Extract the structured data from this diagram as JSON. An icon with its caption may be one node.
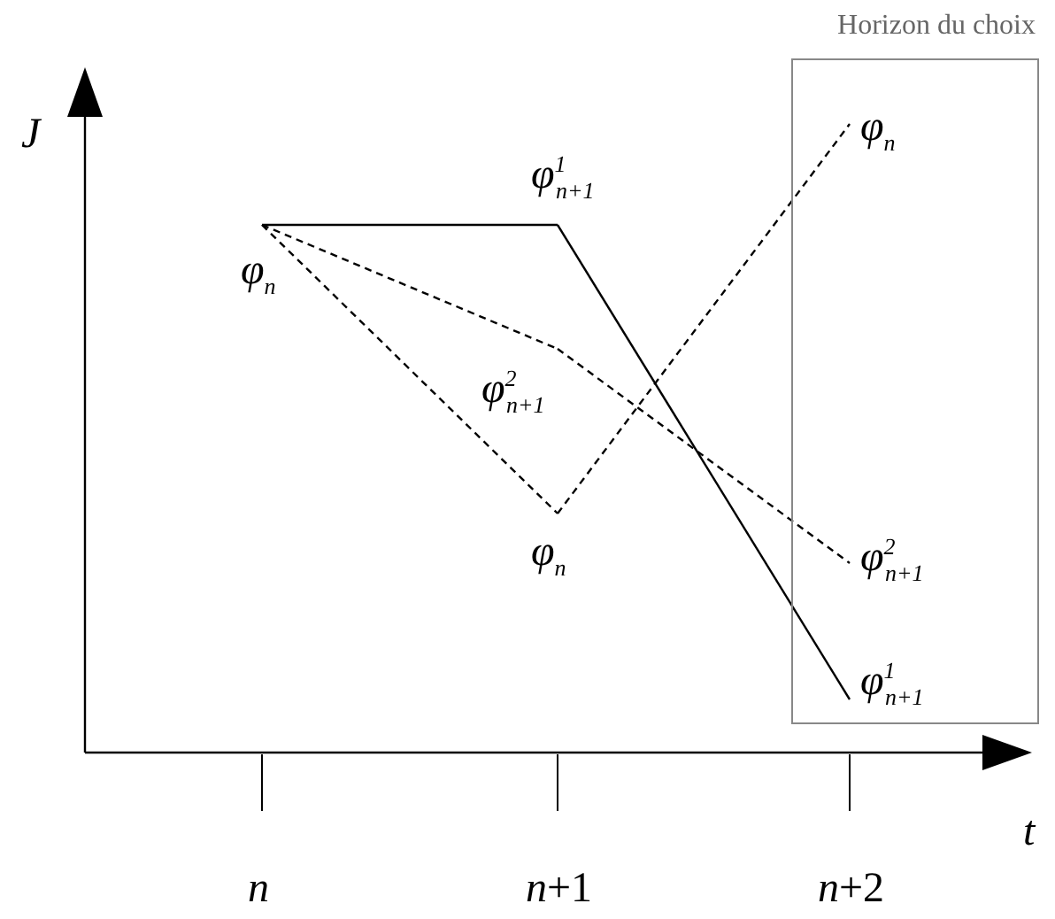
{
  "diagram": {
    "nodes": [
      {
        "text": [
          "φ$_{n}$"
        ]
      },
      {
        "text": [
          "φ$^{1}$$_{n+1}$"
        ]
      },
      {
        "text": [
          "φ$^{2}$$_{n+1}$"
        ]
      },
      {
        "text": [
          "φ$_{n}$"
        ]
      },
      {
        "text": [
          "Horizon du choix"
        ]
      },
      {
        "text": [
          "φ$_{n}$"
        ],
        "in": 4
      },
      {
        "text": [
          "φ$^{2}$$_{n+1}$"
        ],
        "in": 4
      },
      {
        "text": [
          "φ$^{1}$$_{n+1}$"
        ],
        "in": 4
      }
    ],
    "edges": [
      {
        "from": 0,
        "to": 1,
        "arrow": "none"
      },
      {
        "from": 1,
        "to": 7,
        "arrow": "none"
      },
      {
        "from": 0,
        "to": 2,
        "arrow": "none",
        "style": "dashed"
      },
      {
        "from": 2,
        "to": 6,
        "arrow": "none",
        "style": "dashed"
      },
      {
        "from": 0,
        "to": 3,
        "arrow": "none",
        "style": "dashed"
      },
      {
        "from": 3,
        "to": 5,
        "arrow": "none",
        "style": "dashed"
      }
    ],
    "labels": [
      "J",
      "t",
      "n",
      "*n*+1",
      "*n*+2"
    ]
  }
}
